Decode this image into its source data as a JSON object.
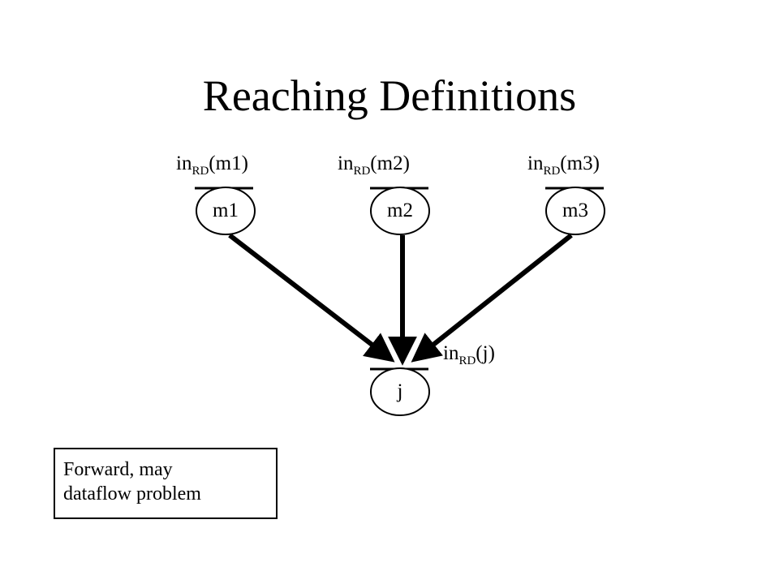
{
  "title": "Reaching Definitions",
  "nodes": {
    "m1": {
      "name": "m1",
      "in_label": {
        "prefix": "in",
        "sub": "RD",
        "arg": "(m1)"
      }
    },
    "m2": {
      "name": "m2",
      "in_label": {
        "prefix": "in",
        "sub": "RD",
        "arg": "(m2)"
      }
    },
    "m3": {
      "name": "m3",
      "in_label": {
        "prefix": "in",
        "sub": "RD",
        "arg": "(m3)"
      }
    },
    "j": {
      "name": "j",
      "in_label": {
        "prefix": "in",
        "sub": "RD",
        "arg": "(j)"
      }
    }
  },
  "edges": [
    {
      "from": "m1",
      "to": "j"
    },
    {
      "from": "m2",
      "to": "j"
    },
    {
      "from": "m3",
      "to": "j"
    }
  ],
  "note": {
    "line1": "Forward, may",
    "line2": "dataflow problem"
  }
}
